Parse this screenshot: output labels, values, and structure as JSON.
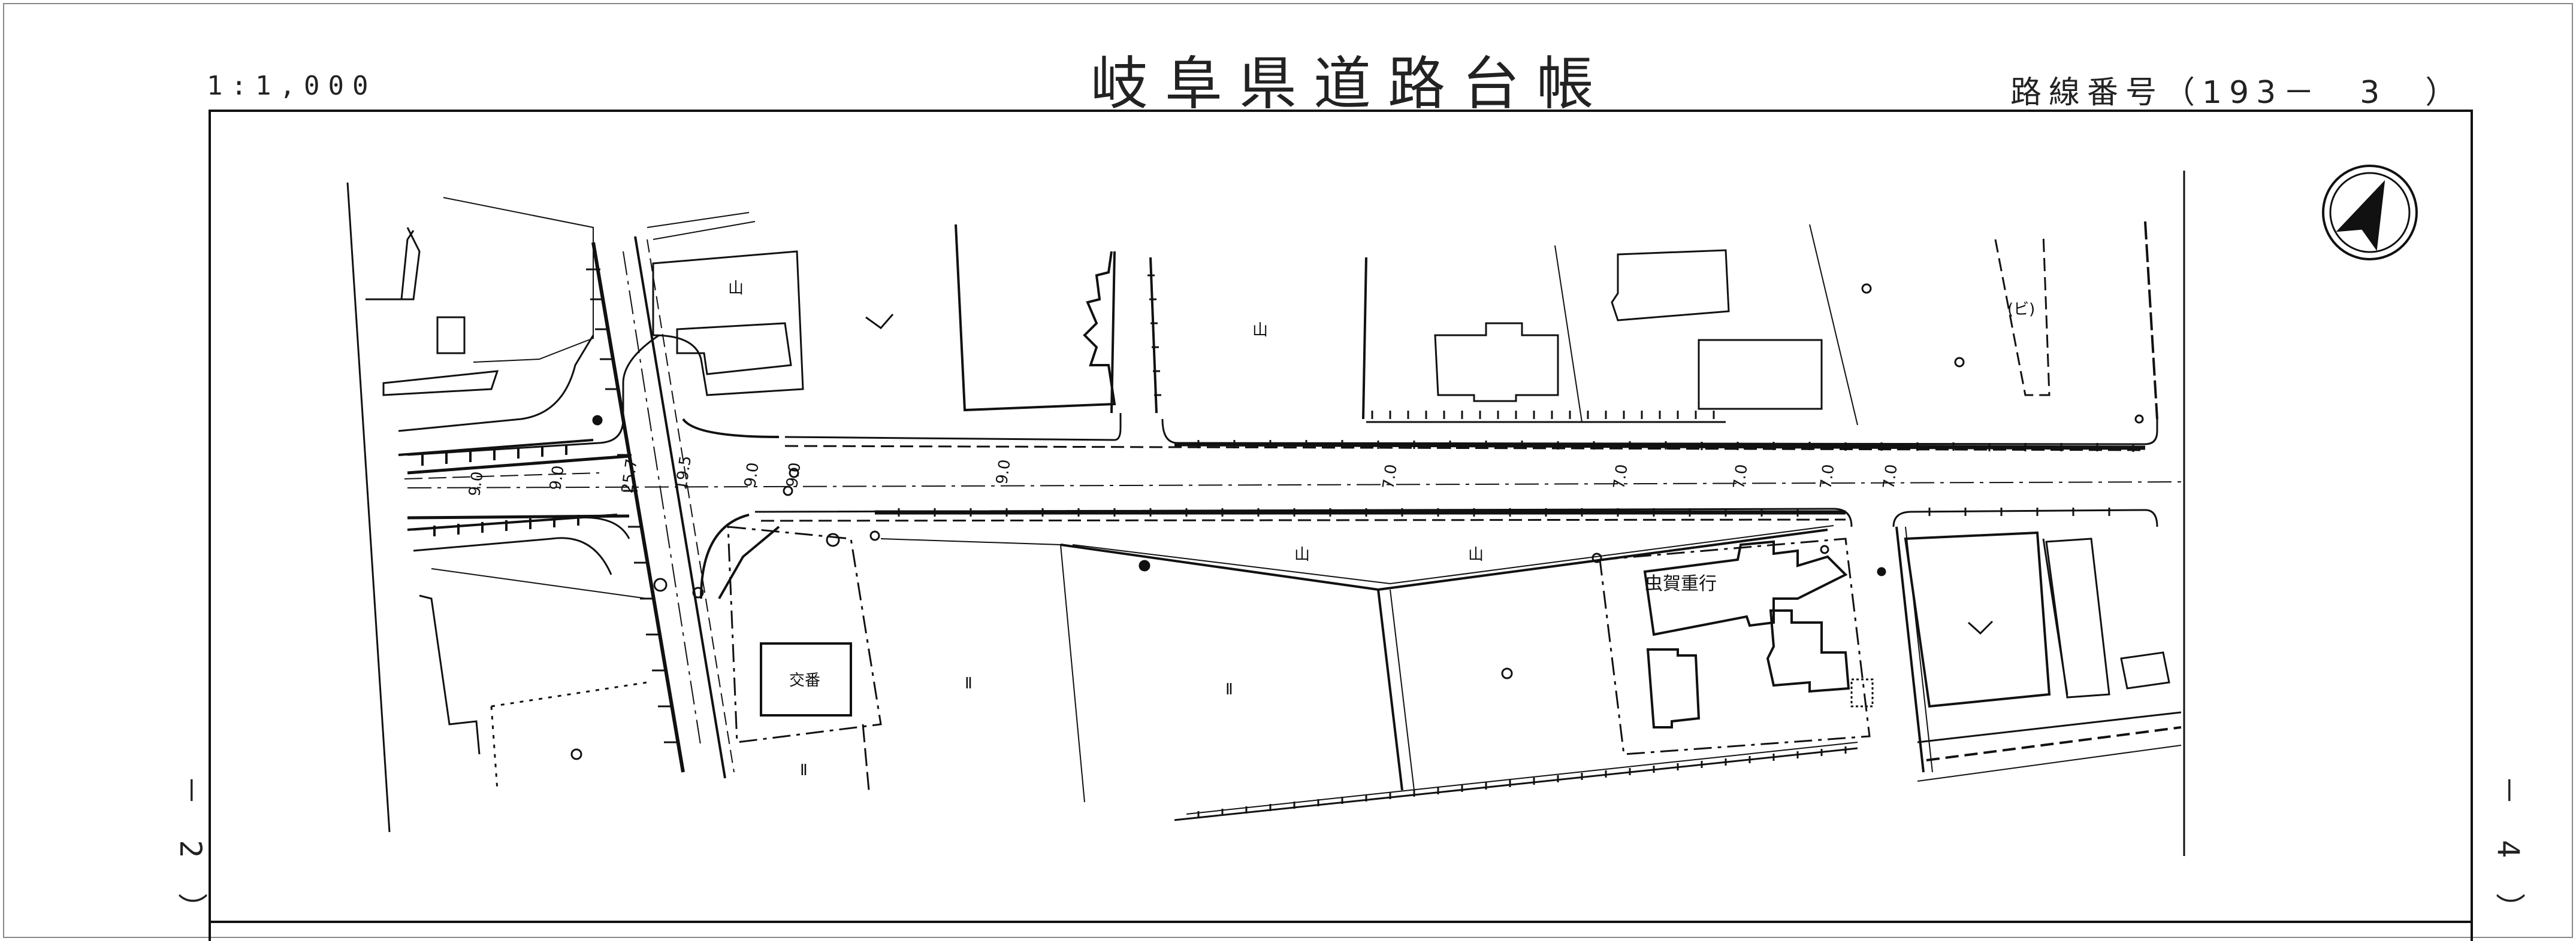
{
  "header": {
    "scale": "1:1,000",
    "title": "岐阜県道路台帳",
    "route_number": "路線番号（193－　3　）"
  },
  "side_labels": {
    "left": "－ 2 ）",
    "right": "－ 4 ）"
  },
  "map": {
    "width_labels": [
      "9.0",
      "9.0",
      "25.7",
      "19.5",
      "9.0",
      "9.0",
      "9.0",
      "7.0",
      "7.0",
      "7.0",
      "7.0",
      "7.0"
    ],
    "building_labels": [
      "交番",
      "虫賀重行",
      "(ビ)"
    ],
    "land_use_symbols": [
      "山",
      "山",
      "山",
      "山",
      "Ⅱ",
      "Ⅱ",
      "Ⅱ"
    ],
    "north_arrow": "north-arrow-icon"
  }
}
